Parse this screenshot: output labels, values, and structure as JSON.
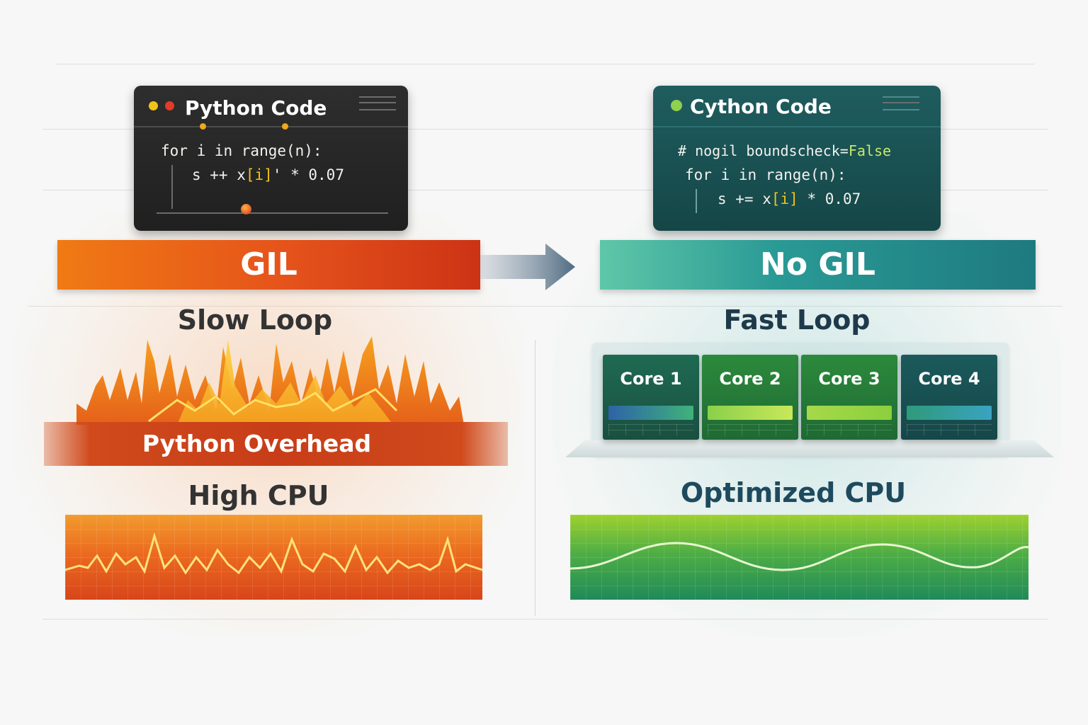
{
  "left": {
    "window": {
      "title": "Python Code",
      "code_line1": "for i in range(n):",
      "code_line2_a": "s ++ ",
      "code_line2_b": "x",
      "code_line2_c": "[i]",
      "code_line2_d": "' * 0.07"
    },
    "bar_label": "GIL",
    "loop_heading": "Slow Loop",
    "overhead_label": "Python Overhead",
    "cpu_heading": "High CPU",
    "colors": {
      "accent": "#e5521b",
      "window": "#262726"
    }
  },
  "right": {
    "window": {
      "title": "Cython Code",
      "code_line1_a": "# nogil boundscheck=",
      "code_line1_b": "False",
      "code_line2": "for i in range(n):",
      "code_line3_a": "s += x",
      "code_line3_b": "[i]",
      "code_line3_c": " * 0.07"
    },
    "bar_label": "No GIL",
    "loop_heading": "Fast Loop",
    "cores": [
      {
        "label": "Core 1"
      },
      {
        "label": "Core 2"
      },
      {
        "label": "Core 3"
      },
      {
        "label": "Core 4"
      }
    ],
    "cpu_heading": "Optimized CPU",
    "colors": {
      "accent": "#2a9a95",
      "window": "#1b5253"
    }
  },
  "icons": {
    "left_dots": [
      "yellow-dot-icon",
      "red-dot-icon"
    ],
    "right_dot": "green-dot-icon",
    "arrow": "arrow-right-icon",
    "menu": "menu-lines-icon"
  }
}
